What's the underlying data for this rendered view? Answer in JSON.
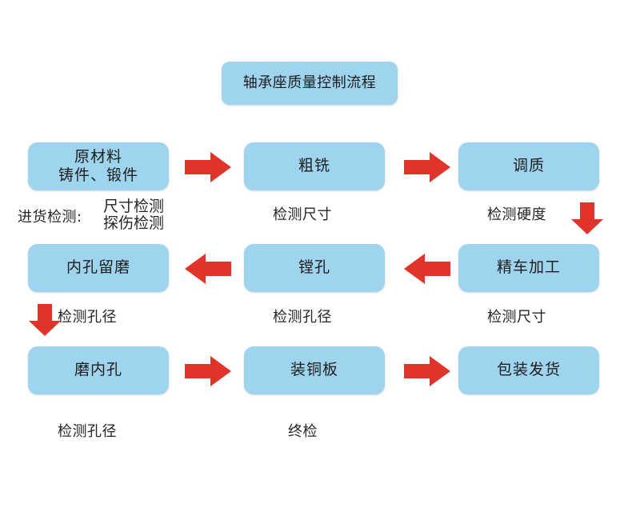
{
  "diagram": {
    "title": "轴承座质量控制流程",
    "colors": {
      "node_fill": "#9FD4EE",
      "arrow_red": "#E0342A",
      "text": "#262626",
      "background": "#FFFFFF"
    },
    "nodes": {
      "raw_material": "原材料\n铸件、锻件",
      "rough_milling": "粗铣",
      "quench_temper": "调质",
      "bore_grind_reserve": "内孔留磨",
      "boring": "镗孔",
      "finish_turning": "精车加工",
      "grind_inner_hole": "磨内孔",
      "mount_copper_plate": "装铜板",
      "packing_shipping": "包装发货"
    },
    "captions": {
      "intake_prefix": "进货检测:",
      "intake_body": "尺寸检测\n探伤检测",
      "rough_milling": "检测尺寸",
      "quench_temper": "检测硬度",
      "bore_grind_reserve": "检测孔径",
      "boring": "检测孔径",
      "finish_turning": "检测尺寸",
      "grind_inner_hole": "检测孔径",
      "mount_copper_plate": "终检"
    },
    "arrows": {
      "right_1": "arrow-right",
      "right_2": "arrow-right",
      "down_right": "arrow-down",
      "left_1": "arrow-left",
      "left_2": "arrow-left",
      "down_left": "arrow-down",
      "right_3": "arrow-right",
      "right_4": "arrow-right"
    }
  }
}
